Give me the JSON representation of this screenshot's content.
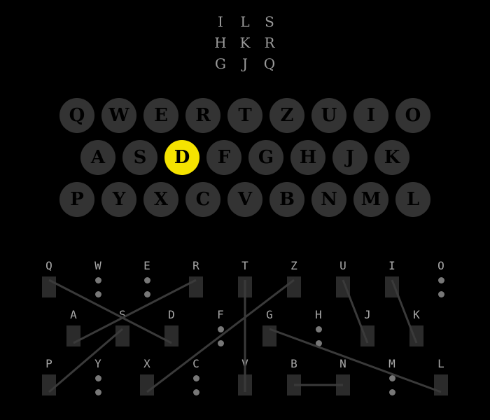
{
  "rotors": [
    [
      "I",
      "L",
      "S"
    ],
    [
      "H",
      "K",
      "R"
    ],
    [
      "G",
      "J",
      "Q"
    ]
  ],
  "lampboard": {
    "rows": [
      [
        "Q",
        "W",
        "E",
        "R",
        "T",
        "Z",
        "U",
        "I",
        "O"
      ],
      [
        "A",
        "S",
        "D",
        "F",
        "G",
        "H",
        "J",
        "K"
      ],
      [
        "P",
        "Y",
        "X",
        "C",
        "V",
        "B",
        "N",
        "M",
        "L"
      ]
    ],
    "lit": "D",
    "lit_color": "#f5e300",
    "lamp_color": "#333333"
  },
  "plugboard": {
    "rows": [
      [
        "Q",
        "W",
        "E",
        "R",
        "T",
        "Z",
        "U",
        "I",
        "O"
      ],
      [
        "A",
        "S",
        "D",
        "F",
        "G",
        "H",
        "J",
        "K"
      ],
      [
        "P",
        "Y",
        "X",
        "C",
        "V",
        "B",
        "N",
        "M",
        "L"
      ]
    ],
    "pairs": [
      [
        "Q",
        "D"
      ],
      [
        "R",
        "A"
      ],
      [
        "S",
        "P"
      ],
      [
        "T",
        "V"
      ],
      [
        "Z",
        "X"
      ],
      [
        "U",
        "J"
      ],
      [
        "I",
        "K"
      ],
      [
        "G",
        "L"
      ],
      [
        "B",
        "N"
      ]
    ],
    "cable_color": "#3a3a3a"
  }
}
